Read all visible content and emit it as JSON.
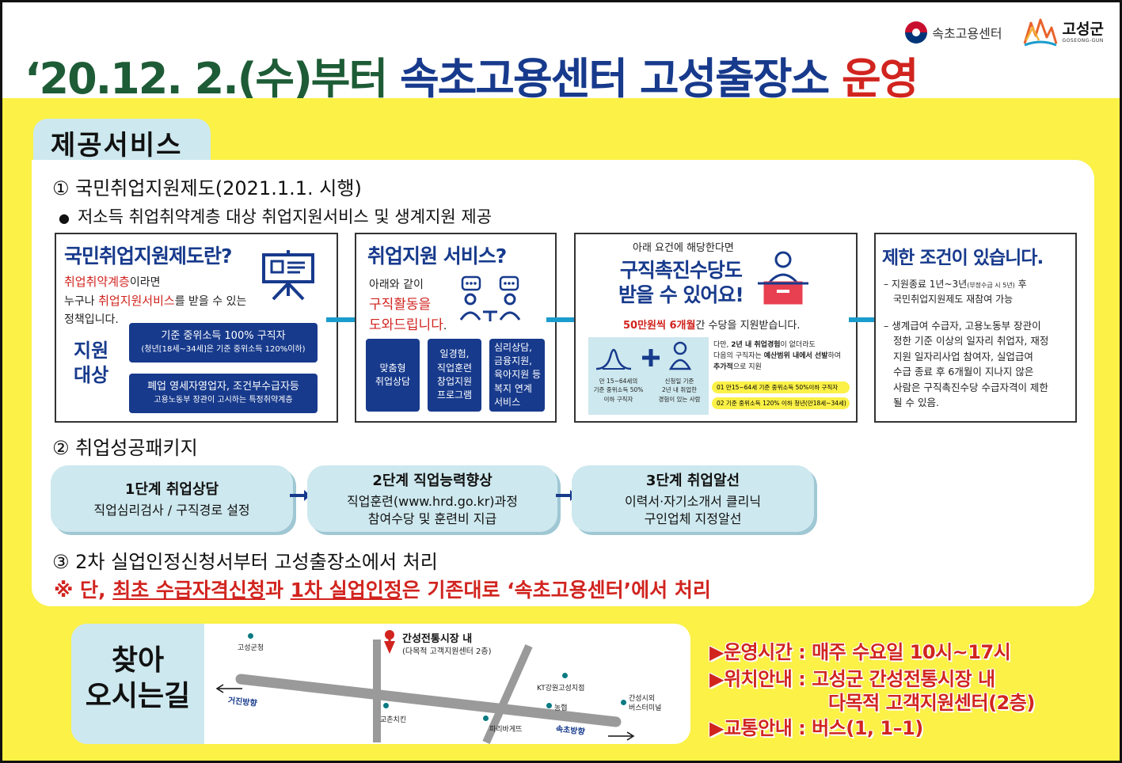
{
  "header": {
    "center_name": "속초고용센터",
    "county_name": "고성군",
    "county_en": "GOSEONG-GUN",
    "headline_part1": "‘20.12. 2.(수)부터",
    "headline_part2": "속초고용센터 고성출장소",
    "headline_part3": "운영"
  },
  "services": {
    "tab_label": "제공서비스",
    "s1_title": "① 국민취업지원제도(2021.1.1. 시행)",
    "s1_bullet_mark": "●",
    "s1_bullet": "저소득 취업취약계층 대상 취업지원서비스 및 생계지원 제공",
    "box1": {
      "title": "국민취업지원제도란?",
      "desc_red1": "취업취약계층",
      "desc_1": "이라면",
      "desc_2": "누구나 ",
      "desc_red2": "취업지원서비스",
      "desc_3": "를 받을 수 있는",
      "desc_4": "정책입니다.",
      "target_label_1": "지원",
      "target_label_2": "대상",
      "target1_main": "기준 중위소득 100% 구직자",
      "target1_sub": "(청년[18세~34세]은 기준 중위소득 120%이하)",
      "target2_main": "폐업 영세자영업자, 조건부수급자등",
      "target2_sub": "고용노동부 장관이 고시하는 특정취약계층"
    },
    "box2": {
      "title": "취업지원 서비스?",
      "desc_1": "아래와 같이",
      "desc_red": "구직활동을",
      "desc_red2": "도와드립니다",
      "desc_end": ".",
      "items": [
        {
          "line1": "맞춤형",
          "line2": "취업상담",
          "line3": "",
          "line4": ""
        },
        {
          "line1": "일경험,",
          "line2": "직업훈련",
          "line3": "창업지원",
          "line4": "프로그램"
        },
        {
          "line1": "심리상담,",
          "line2": "금융지원,",
          "line3": "육아지원 등",
          "line4": "복지 연계 서비스"
        }
      ]
    },
    "box3": {
      "pre": "아래 요건에 해당한다면",
      "title1": "구직촉진수당도",
      "title2": "받을 수 있어요!",
      "amount_red": "50만원씩 6개월",
      "amount_rest": "간 수당을 지원받습니다.",
      "cond1_1": "만 15~64세의",
      "cond1_2": "기준 중위소득 50%",
      "cond1_3": "이하 구직자",
      "cond2_1": "신청일 기준",
      "cond2_2": "2년 내 취업한",
      "cond2_3": "경험이 있는 사람",
      "note_1a": "다만, ",
      "note_1b": "2년 내 취업경험",
      "note_1c": "이 없더라도",
      "note_2a": "다음의 구직자는 ",
      "note_2b": "예산범위 내에서 선발",
      "note_2c": "하여",
      "note_3a": "추가적",
      "note_3b": "으로 지원",
      "pill1": "01 만15~64세 기준 중위소득 50%이하 구직자",
      "pill2": "02 기준 중위소득 120% 이하 청년(만18세~34세)"
    },
    "box4": {
      "title": "제한 조건이 있습니다.",
      "item1_a": "– 지원종료 1년~3년",
      "item1_small": "(부정수급 시 5년)",
      "item1_b": " 후",
      "item1_c": "국민취업지원제도 재참여 가능",
      "item2_1": "– 생계급여 수급자, 고용노동부 장관이",
      "item2_2": "정한 기준 이상의 일자리 취업자, 재정",
      "item2_3": "지원 일자리사업 참여자, 실업급여",
      "item2_4": "수급 종료 후 6개월이 지나지 않은",
      "item2_5": "사람은 구직촉진수당 수급자격이 제한",
      "item2_6": "될 수 있음."
    },
    "s2_title": "② 취업성공패키지",
    "steps": [
      {
        "title": "1단계 취업상담",
        "desc1": "직업심리검사 / 구직경로 설정",
        "desc2": ""
      },
      {
        "title": "2단계 직업능력향상",
        "desc1": "직업훈련(www.hrd.go.kr)과정",
        "desc2": "참여수당 및 훈련비 지급"
      },
      {
        "title": "3단계 취업알선",
        "desc1": "이력서·자기소개서 클리닉",
        "desc2": "구인업체 지정알선"
      }
    ],
    "s3_title": "③ 2차 실업인정신청서부터 고성출장소에서 처리",
    "s3_note_mark": "※ 단, ",
    "s3_note_u1": "최초 수급자격신청",
    "s3_note_mid": "과 ",
    "s3_note_u2": "1차 실업인정",
    "s3_note_end": "은 기존대로 ‘속초고용센터’에서 처리"
  },
  "directions": {
    "label_1": "찾아",
    "label_2": "오시는길",
    "marker_title": "간성전통시장 내",
    "marker_sub": "(다목적 고객지원센터 2층)",
    "pois": {
      "county_office": "고성군청",
      "kt": "KT강원고성지점",
      "nonghyup": "농협",
      "bus": "간성시외",
      "bus2": "버스터미널",
      "chicken": "교촌치킨",
      "bakery": "파리바게뜨"
    },
    "dir_left": "거진방향",
    "dir_right": "속초방향"
  },
  "info": {
    "hours": "▶운영시간 : 매주 수요일 10시~17시",
    "location1": "▶위치안내 : 고성군 간성전통시장 내",
    "location2": "다목적 고객지원센터(2층)",
    "transport": "▶교통안내 : 버스(1, 1–1)"
  },
  "colors": {
    "navy": "#173a8c",
    "red": "#d1241f",
    "green": "#1d5c36",
    "yellow": "#fbf147",
    "lightblue": "#cde8ee"
  }
}
